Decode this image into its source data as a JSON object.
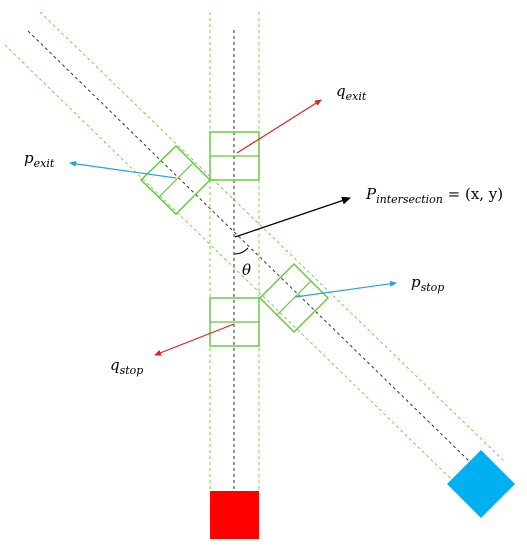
{
  "colors": {
    "background": "#ffffff",
    "lane_boundary": "#7ccf50",
    "centerline": "#333333",
    "vehicle_box": "#5ec93a",
    "red_vehicle": "#ff0000",
    "blue_vehicle": "#00b0f0",
    "red_arrow": "#e02020",
    "blue_arrow": "#2aa0e0",
    "black_arrow": "#000000"
  },
  "labels": {
    "q_exit": {
      "base": "q",
      "sub": "exit"
    },
    "p_exit": {
      "base": "p",
      "sub": "exit"
    },
    "p_stop": {
      "base": "p",
      "sub": "stop"
    },
    "q_stop": {
      "base": "q",
      "sub": "stop"
    },
    "p_intersection": {
      "base": "P",
      "sub": "intersection",
      "rhs": " = (x, y)"
    },
    "theta": "θ"
  }
}
